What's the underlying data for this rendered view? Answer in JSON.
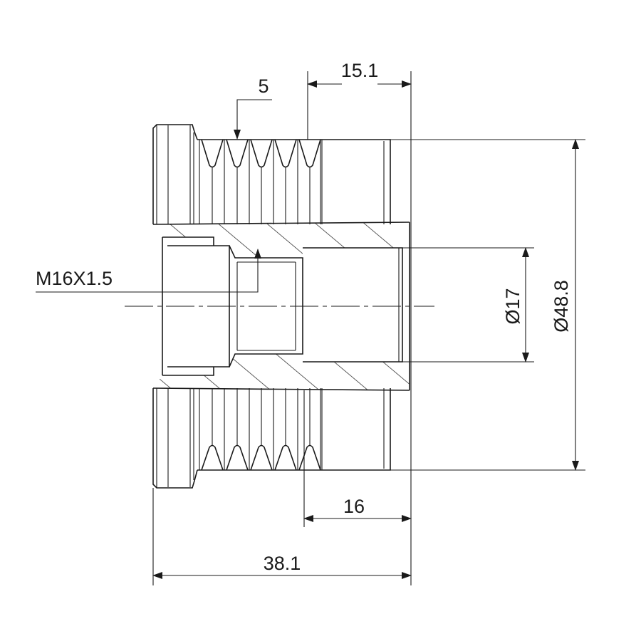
{
  "drawing": {
    "title": "Alternator pulley cross-section",
    "dimensions": {
      "groove_pitch": "5",
      "groove_width": "15.1",
      "thread": "M16X1.5",
      "bore_diameter": "Ø17",
      "outer_diameter": "Ø48.8",
      "hub_length": "16",
      "overall_length": "38.1"
    },
    "line_color": "#1a1a1a"
  }
}
